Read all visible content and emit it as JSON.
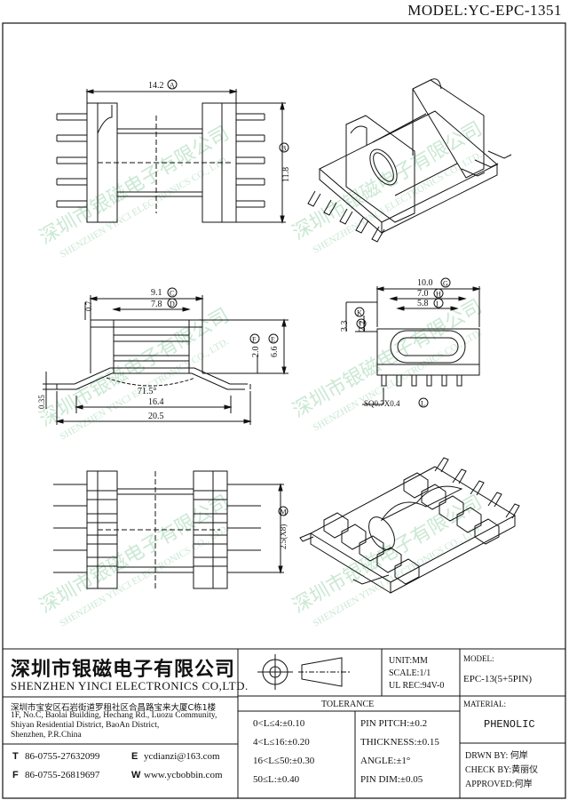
{
  "header": {
    "model_title": "MODEL:YC-EPC-1351"
  },
  "watermark": {
    "cn": "深圳市银磁电子有限公司",
    "en": "SHENZHEN YINCI ELECTRONICS CO., LTD."
  },
  "views": {
    "top_view": {
      "width_dim": "14.2",
      "width_tag": "A",
      "height_dim": "11.8",
      "height_tag": "B"
    },
    "front_view": {
      "dim_c": "9.1",
      "tag_c": "C",
      "dim_d": "7.8",
      "tag_d": "D",
      "dim_top": "0.7",
      "dim_f": "2.0",
      "tag_f": "F",
      "dim_e": "6.6",
      "tag_e": "E",
      "angle": "71.5°",
      "dim_inner": "16.4",
      "dim_total": "20.5",
      "dim_bottom": "0.35"
    },
    "side_view": {
      "dim_g": "10.0",
      "tag_g": "G",
      "dim_h": "7.0",
      "tag_h": "H",
      "dim_i": "5.8",
      "tag_i": "I",
      "dim_k": "3.3",
      "tag_k": "K",
      "dim_j": "2.2",
      "tag_j": "J",
      "pin_dim": "SQ0.7X0.4",
      "tag_l": "L"
    },
    "bottom_view": {
      "pitch_dim": "2.5(X8)",
      "tag_m": "M"
    }
  },
  "company": {
    "name_cn": "深圳市银磁电子有限公司",
    "name_en": "SHENZHEN YINCI ELECTRONICS CO,LTD.",
    "address_cn": "深圳市宝安区石岩街道罗租社区合昌路宝来大厦C栋1楼",
    "address_en_1": "1F, No.C, Baolai Building, Hechang Rd., Luozu Community,",
    "address_en_2": "Shiyan Residential District, BaoAn District,",
    "address_en_3": "Shenzhen, P.R.China",
    "tel_label": "T",
    "tel": "86-0755-27632099",
    "fax_label": "F",
    "fax": "86-0755-26819697",
    "email_label": "E",
    "email": "ycdianzi@163.com",
    "web_label": "W",
    "web": "www.ycbobbin.com"
  },
  "title_block": {
    "unit": "UNIT:MM",
    "scale": "SCALE:1/1",
    "ul_rec": "UL REC:94V-0",
    "tolerance_title": "TOLERANCE",
    "tol_1": "0<L≤4:±0.10",
    "tol_2": "4<L≤16:±0.20",
    "tol_3": "16<L≤50:±0.30",
    "tol_4": "50≤L:±0.40",
    "pin_pitch": "PIN PITCH:±0.2",
    "thickness": "THICKNESS:±0.15",
    "angle": "ANGLE:±1°",
    "pin_dim": "PIN DIM:±0.05",
    "model_label": "MODEL:",
    "model_value": "EPC-13(5+5PIN)",
    "material_label": "MATERIAL:",
    "material_value": "PHENOLIC",
    "drawn_by": "DRWN BY: 何岸",
    "check_by": "CHECK BY:黄丽仪",
    "approved": "APPROVED:何岸"
  }
}
